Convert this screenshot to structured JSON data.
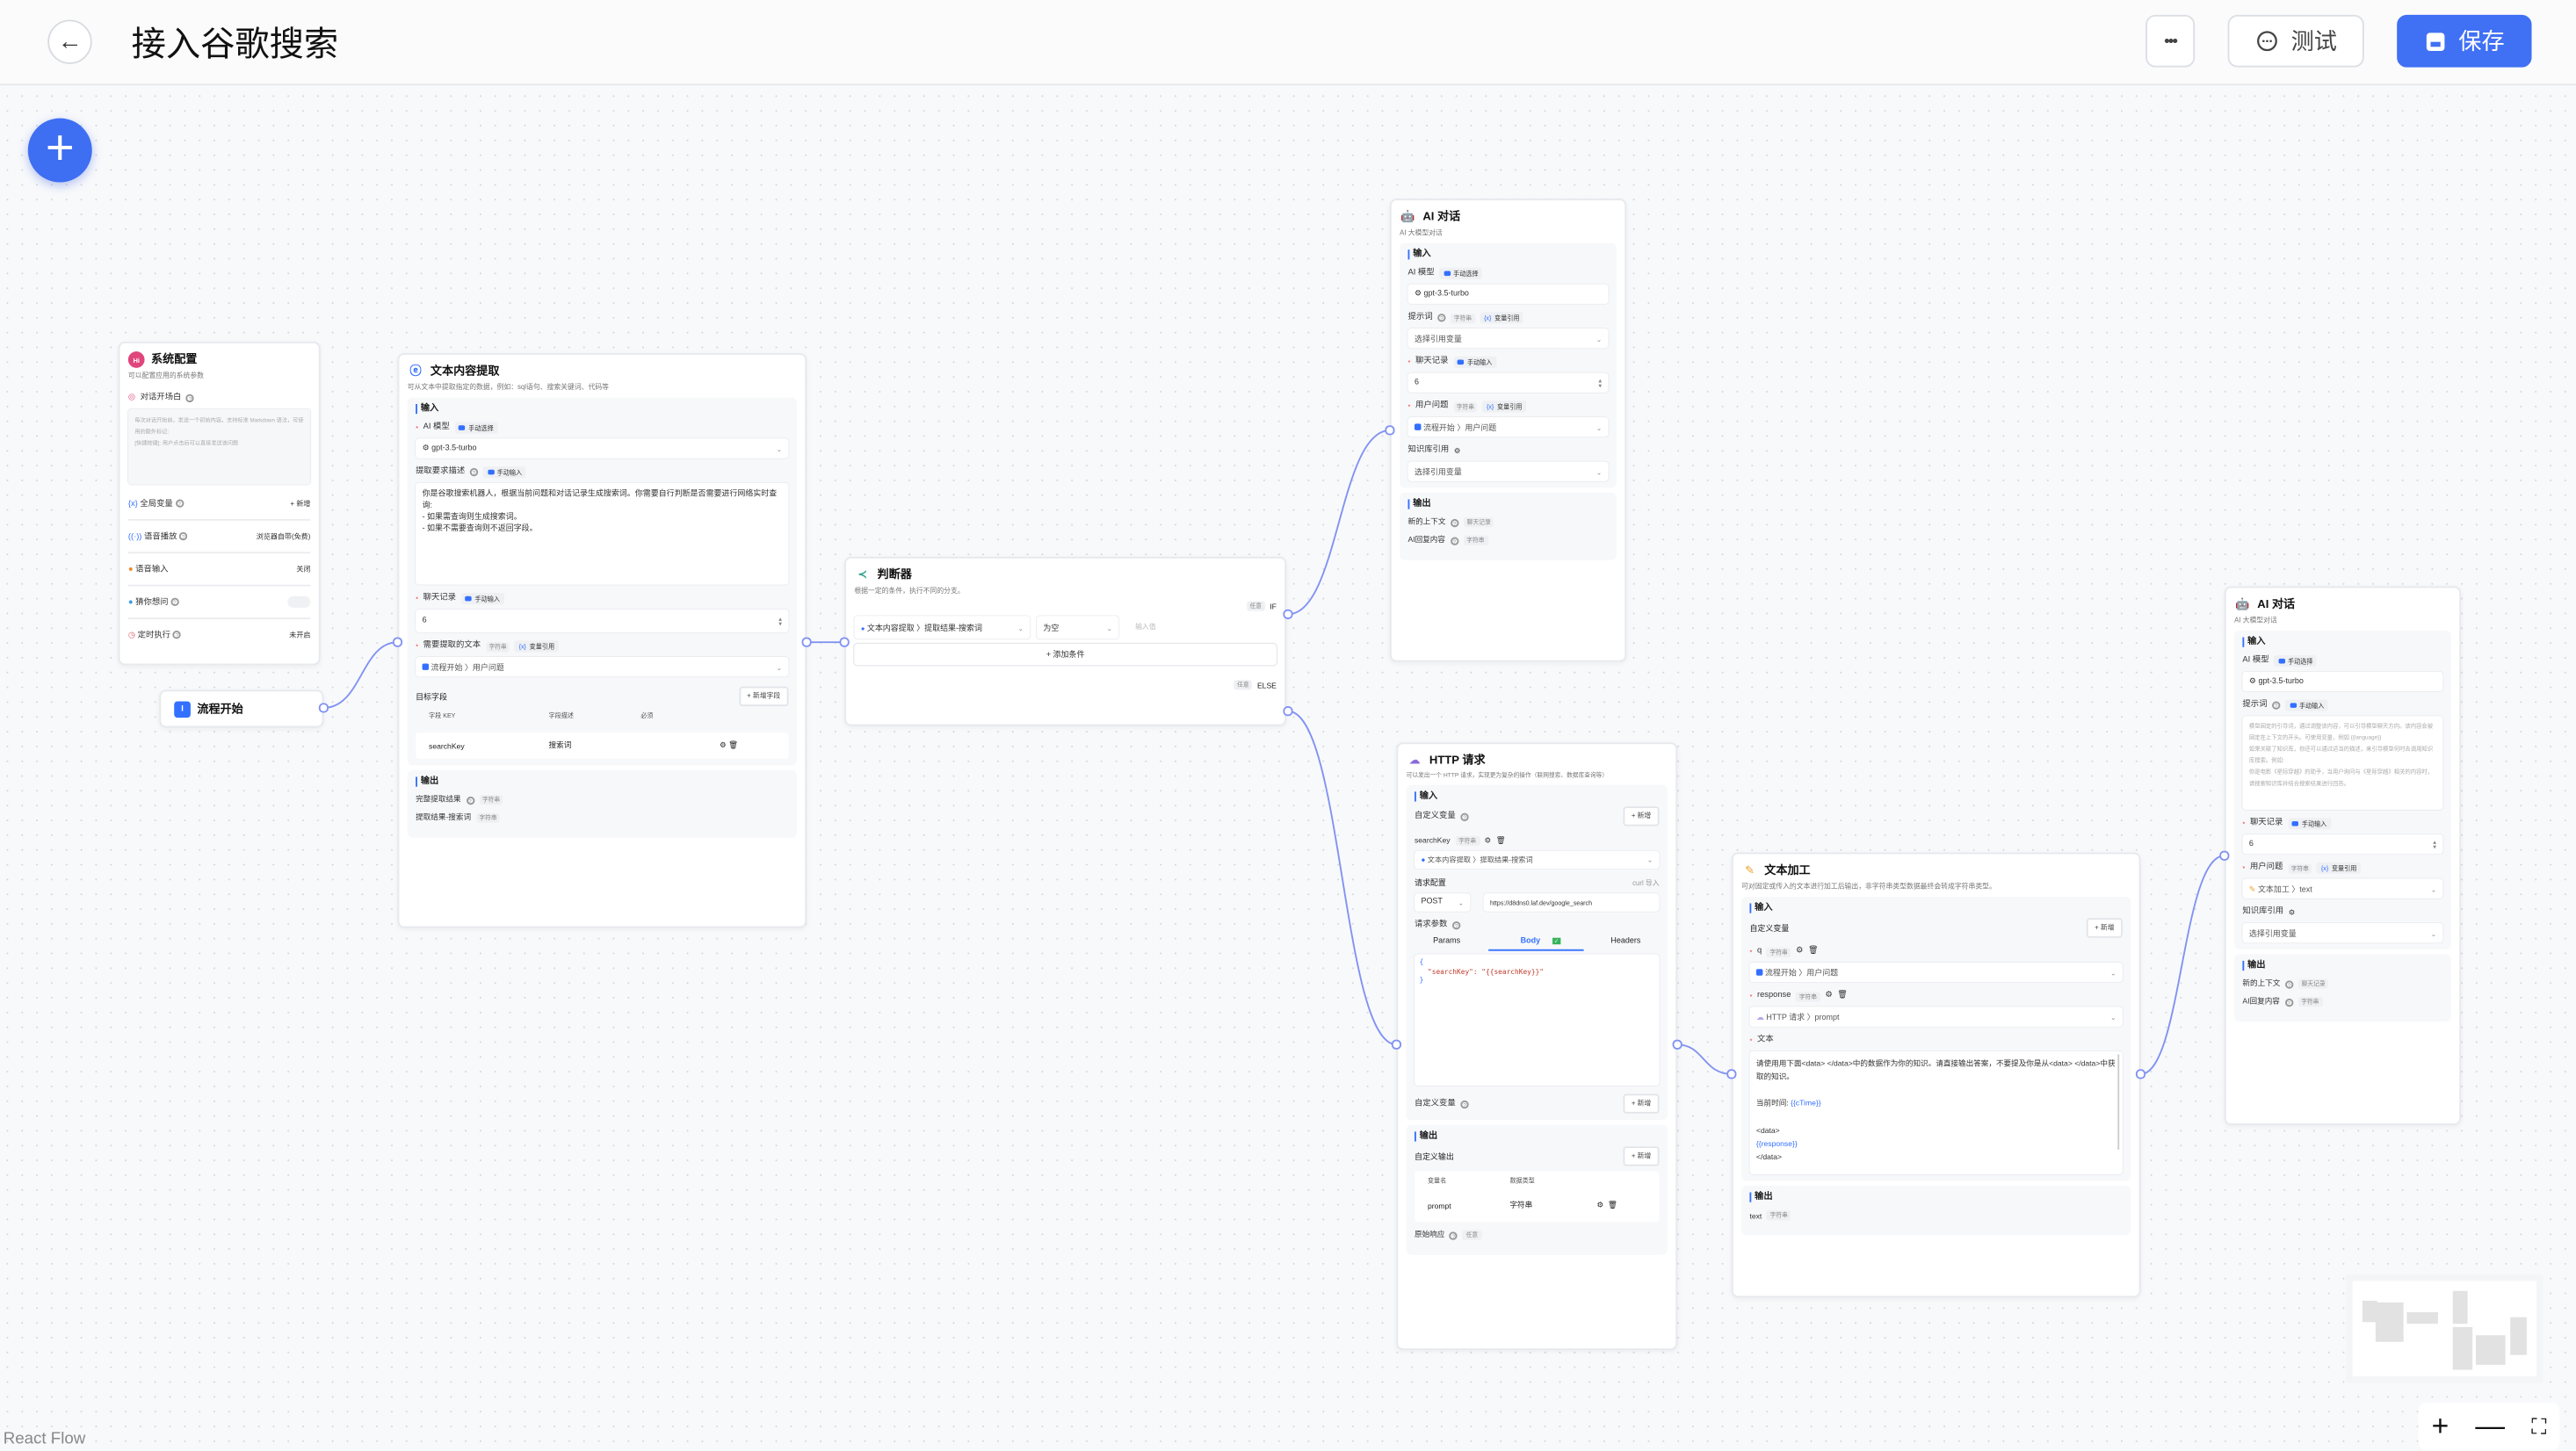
{
  "header": {
    "title": "接入谷歌搜索",
    "more_label": "•••",
    "test_label": "测试",
    "save_label": "保存"
  },
  "colors": {
    "accent": "#4070f4",
    "edge": "#8192f2"
  },
  "system_config": {
    "title": "系统配置",
    "icon_text": "Hi",
    "desc": "可以配置应用的系统参数",
    "welcome_label": "对话开场白",
    "welcome_placeholder": "每次对话开始前，发送一个初始内容。支持标准 Markdown 语法，可使用的额外标记:\n[快捷按键]: 用户点击后可以直接发送该问题",
    "items": [
      {
        "label": "全局变量",
        "value": "+ 新增"
      },
      {
        "label": "语音播放",
        "value": "浏览器自带(免费)"
      },
      {
        "label": "语音输入",
        "value": "关闭"
      },
      {
        "label": "猜你想问",
        "value": ""
      },
      {
        "label": "定时执行",
        "value": "未开启"
      }
    ],
    "guess_toggle_on": false
  },
  "flow_start": {
    "title": "流程开始"
  },
  "extract": {
    "title": "文本内容提取",
    "desc": "可从文本中提取指定的数据，例如：sql语句、搜索关键词、代码等",
    "input_title": "输入",
    "model_label": "AI 模型",
    "model_mode": "手动选择",
    "model_value": "gpt-3.5-turbo",
    "desc_label": "提取要求描述",
    "desc_mode": "手动输入",
    "desc_value": "你是谷歌搜索机器人，根据当前问题和对话记录生成搜索词。你需要自行判断是否需要进行网络实时查询:\n- 如果需查询则生成搜索词。\n- 如果不需要查询则不返回字段。",
    "history_label": "聊天记录",
    "history_mode": "手动输入",
    "history_value": "6",
    "text_label": "需要提取的文本",
    "text_type": "字符串",
    "text_mode": "变量引用",
    "text_value": "流程开始 〉用户问题",
    "target_label": "目标字段",
    "add_field": "+ 新增字段",
    "table_headers": [
      "字段 KEY",
      "字段描述",
      "必须"
    ],
    "table_rows": [
      {
        "key": "searchKey",
        "desc": "搜索词"
      }
    ],
    "output_title": "输出",
    "outputs": [
      {
        "label": "完整提取结果",
        "type": "字符串"
      },
      {
        "label": "提取结果-搜索词",
        "type": "字符串"
      }
    ]
  },
  "judge": {
    "title": "判断器",
    "desc": "根据一定的条件，执行不同的分支。",
    "any": "任意",
    "if": "IF",
    "else": "ELSE",
    "cond_var": "文本内容提取 〉提取结果-搜索词",
    "cond_op": "为空",
    "cond_value_placeholder": "输入值",
    "add_cond": "+ 添加条件"
  },
  "ai1": {
    "title": "AI 对话",
    "desc": "AI 大模型对话",
    "input_title": "输入",
    "model_label": "AI 模型",
    "model_mode": "手动选择",
    "model_value": "gpt-3.5-turbo",
    "prompt_label": "提示词",
    "prompt_type": "字符串",
    "prompt_mode": "变量引用",
    "prompt_value": "选择引用变量",
    "history_label": "聊天记录",
    "history_mode": "手动输入",
    "history_value": "6",
    "question_label": "用户问题",
    "question_type": "字符串",
    "question_mode": "变量引用",
    "question_value": "流程开始 〉用户问题",
    "kb_label": "知识库引用",
    "kb_value": "选择引用变量",
    "output_title": "输出",
    "outputs": [
      {
        "label": "新的上下文",
        "type": "聊天记录"
      },
      {
        "label": "AI回复内容",
        "type": "字符串"
      }
    ]
  },
  "http": {
    "title": "HTTP 请求",
    "desc": "可以发出一个 HTTP 请求，实现更为复杂的操作（联网搜索、数据库查询等）",
    "input_title": "输入",
    "custom_var_label": "自定义变量",
    "add": "+ 新增",
    "var_name": "searchKey",
    "var_type": "字符串",
    "var_value": "文本内容提取 〉提取结果-搜索词",
    "req_label": "请求配置",
    "curl": "curl 导入",
    "method": "POST",
    "url": "https://d8dns0.laf.dev/google_search",
    "params_label": "请求参数",
    "tabs": [
      "Params",
      "Body",
      "Headers"
    ],
    "active_tab": "Body",
    "body_lines": [
      "{",
      "  \"searchKey\": \"{{searchKey}}\"",
      "}"
    ],
    "custom_var_label2": "自定义变量",
    "output_title": "输出",
    "custom_out_label": "自定义输出",
    "out_headers": [
      "变量名",
      "数据类型"
    ],
    "out_rows": [
      {
        "name": "prompt",
        "type": "字符串"
      }
    ],
    "raw_label": "原始响应",
    "raw_type": "任意"
  },
  "textproc": {
    "title": "文本加工",
    "desc": "可对固定或传入的文本进行加工后输出，非字符串类型数据最终会转成字符串类型。",
    "input_title": "输入",
    "custom_var_label": "自定义变量",
    "add": "+ 新增",
    "vars": [
      {
        "name": "q",
        "type": "字符串",
        "value": "流程开始 〉用户问题"
      },
      {
        "name": "response",
        "type": "字符串",
        "value": "HTTP 请求 〉prompt"
      }
    ],
    "text_label": "文本",
    "text_line1": "请使用用下面<data> </data>中的数据作为你的知识。请直接输出答案，不要提及你是从<data> </data>中获取的知识。",
    "text_time_label": "当前时间: ",
    "text_time_var": "{{cTime}}",
    "text_data_open": "<data>",
    "text_data_var": "{{response}}",
    "text_data_close": "</data>",
    "output_title": "输出",
    "output_name": "text",
    "output_type": "字符串"
  },
  "ai2": {
    "title": "AI 对话",
    "desc": "AI 大模型对话",
    "input_title": "输入",
    "model_label": "AI 模型",
    "model_mode": "手动选择",
    "model_value": "gpt-3.5-turbo",
    "prompt_label": "提示词",
    "prompt_mode": "手动输入",
    "prompt_placeholder": "模型固定的引导词，通过调整该内容，可以引导模型聊天方向。该内容会被固定在上下文的开头。可使用变量，例如 {{language}}\n如果关联了知识库，你还可以通过适当的描述，来引导模型何时去调用知识库搜索。例如:\n你是电影《星际穿越》的助手，当用户询问与《星际穿越》相关的内容时，请搜索知识库并结合搜索结果进行回答。",
    "history_label": "聊天记录",
    "history_mode": "手动输入",
    "history_value": "6",
    "question_label": "用户问题",
    "question_type": "字符串",
    "question_mode": "变量引用",
    "question_value": "文本加工 〉text",
    "kb_label": "知识库引用",
    "kb_value": "选择引用变量",
    "output_title": "输出",
    "outputs": [
      {
        "label": "新的上下文",
        "type": "聊天记录"
      },
      {
        "label": "AI回复内容",
        "type": "字符串"
      }
    ]
  },
  "controls": {
    "zoom_in": "+",
    "zoom_out": "—"
  },
  "footer": {
    "attribution": "React Flow"
  }
}
